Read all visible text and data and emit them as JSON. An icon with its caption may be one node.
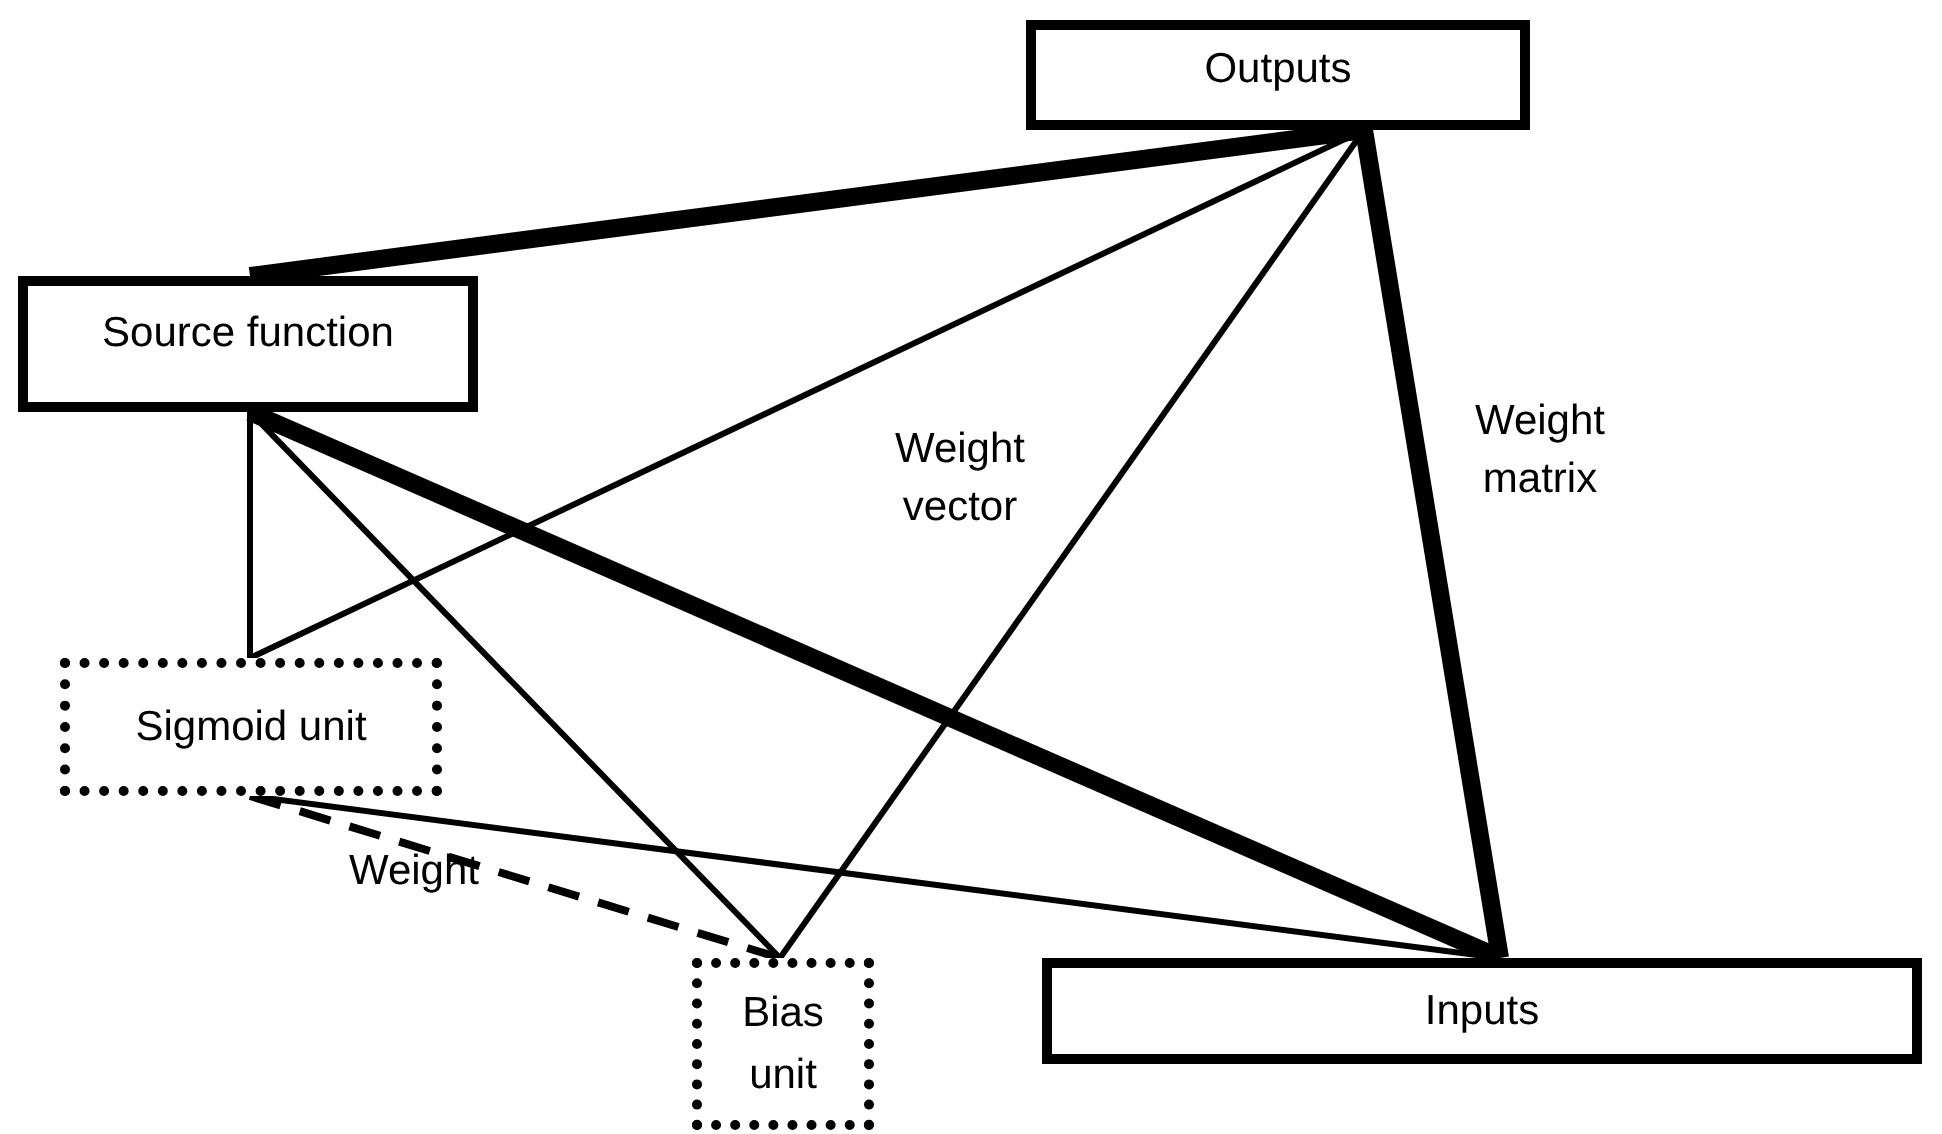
{
  "diagram": {
    "nodes": [
      {
        "text": [
          "Outputs"
        ]
      },
      {
        "text": [
          "Source function"
        ]
      },
      {
        "text": [
          "Sigmoid unit"
        ]
      },
      {
        "text": [
          "Bias unit"
        ]
      },
      {
        "text": [
          "Inputs"
        ]
      }
    ],
    "edges": [
      {
        "from": 0,
        "to": 1,
        "arrow": "none",
        "style": "thick"
      },
      {
        "from": 0,
        "to": 2,
        "arrow": "none"
      },
      {
        "from": 0,
        "to": 4,
        "arrow": "none",
        "style": "thick",
        "label": "Weight matrix"
      },
      {
        "from": 0,
        "to": 3,
        "arrow": "none",
        "label": "Weight vector"
      },
      {
        "from": 1,
        "to": 4,
        "arrow": "none",
        "style": "thick"
      },
      {
        "from": 1,
        "to": 2,
        "arrow": "none"
      },
      {
        "from": 1,
        "to": 3,
        "arrow": "none"
      },
      {
        "from": 2,
        "to": 4,
        "arrow": "none"
      },
      {
        "from": 2,
        "to": 3,
        "arrow": "none",
        "style": "dashed",
        "label": "Weight"
      }
    ]
  }
}
